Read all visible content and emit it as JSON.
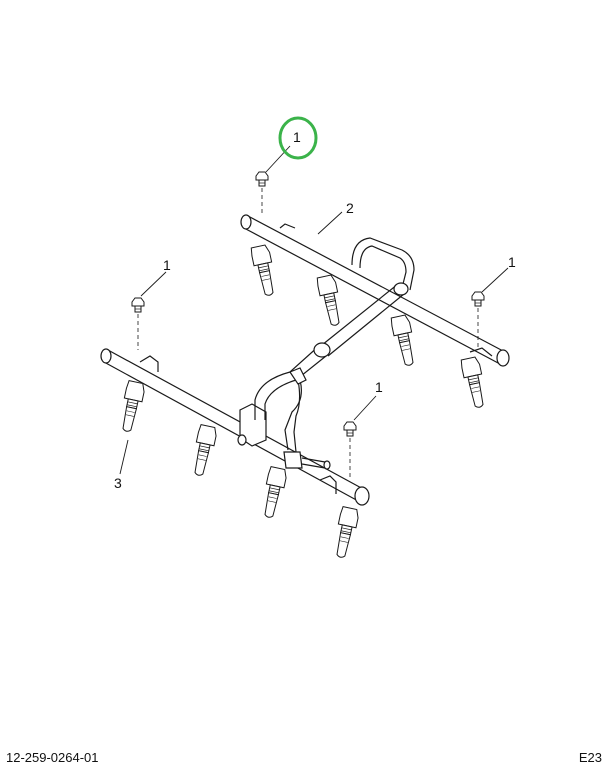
{
  "callouts": {
    "c1_top": "1",
    "c2": "2",
    "c1_left": "1",
    "c1_right": "1",
    "c1_bottom": "1",
    "c3": "3"
  },
  "footer": {
    "doc_number": "12-259-0264-01",
    "page_code": "E23"
  },
  "colors": {
    "line": "#1a1a1a",
    "highlight": "#3bb34a",
    "background": "#ffffff"
  }
}
